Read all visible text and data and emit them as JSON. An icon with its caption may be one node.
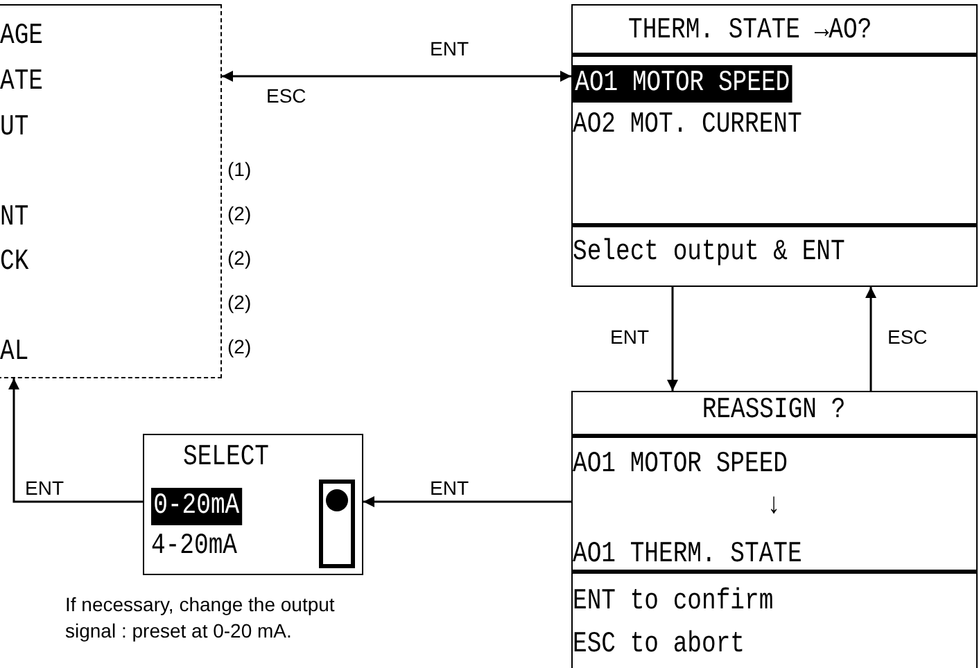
{
  "diagram": {
    "nodes": [
      {
        "text": [
          "AGE",
          "ATE",
          "UT",
          "NT",
          "CK",
          "AL"
        ],
        "beside": [
          "(1)",
          "(2)",
          "(2)",
          "(2)",
          "(2)"
        ]
      },
      {
        "text": [
          "THERM. STATE →AO?",
          "AO1 MOTOR SPEED",
          "AO2 MOT. CURRENT",
          "Select output & ENT"
        ]
      },
      {
        "text": [
          "REASSIGN ?",
          "AO1 MOTOR SPEED",
          "↓",
          "AO1 THERM. STATE",
          "ENT to confirm",
          "ESC to abort"
        ]
      },
      {
        "text": [
          "SELECT",
          "0-20mA",
          "4-20mA"
        ],
        "beside": [
          "If necessary, change the output signal : preset at 0-20 mA."
        ]
      }
    ],
    "edges": [
      {
        "from": 0,
        "to": 1,
        "arrow": "both",
        "label": "ENT"
      },
      {
        "from": 1,
        "to": 2,
        "arrow": "to",
        "label": "ENT"
      },
      {
        "from": 2,
        "to": 1,
        "arrow": "to",
        "label": "ESC"
      },
      {
        "from": 2,
        "to": 3,
        "arrow": "to",
        "label": "ENT"
      },
      {
        "from": 3,
        "to": 0,
        "arrow": "to",
        "label": "ENT"
      }
    ],
    "labels": [
      "ESC"
    ]
  }
}
